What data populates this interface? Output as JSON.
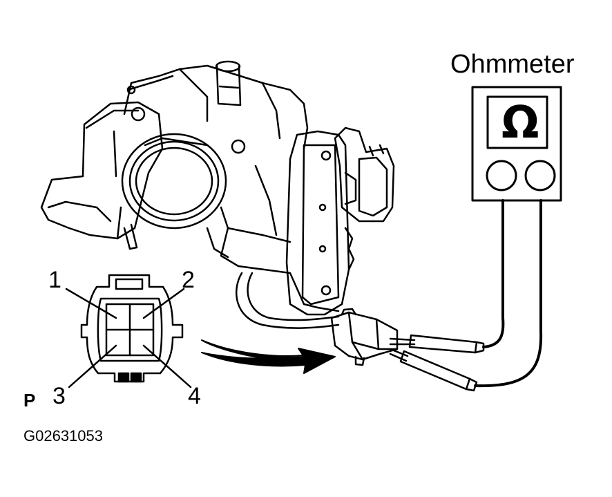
{
  "meter": {
    "title": "Ohmmeter",
    "symbol": "Ω",
    "symbol_icon": "ohm-symbol-icon"
  },
  "connector": {
    "view_letter": "P",
    "pins": [
      "1",
      "2",
      "3",
      "4"
    ]
  },
  "figure_code": "G02631053",
  "colors": {
    "line": "#000000",
    "background": "#ffffff"
  }
}
